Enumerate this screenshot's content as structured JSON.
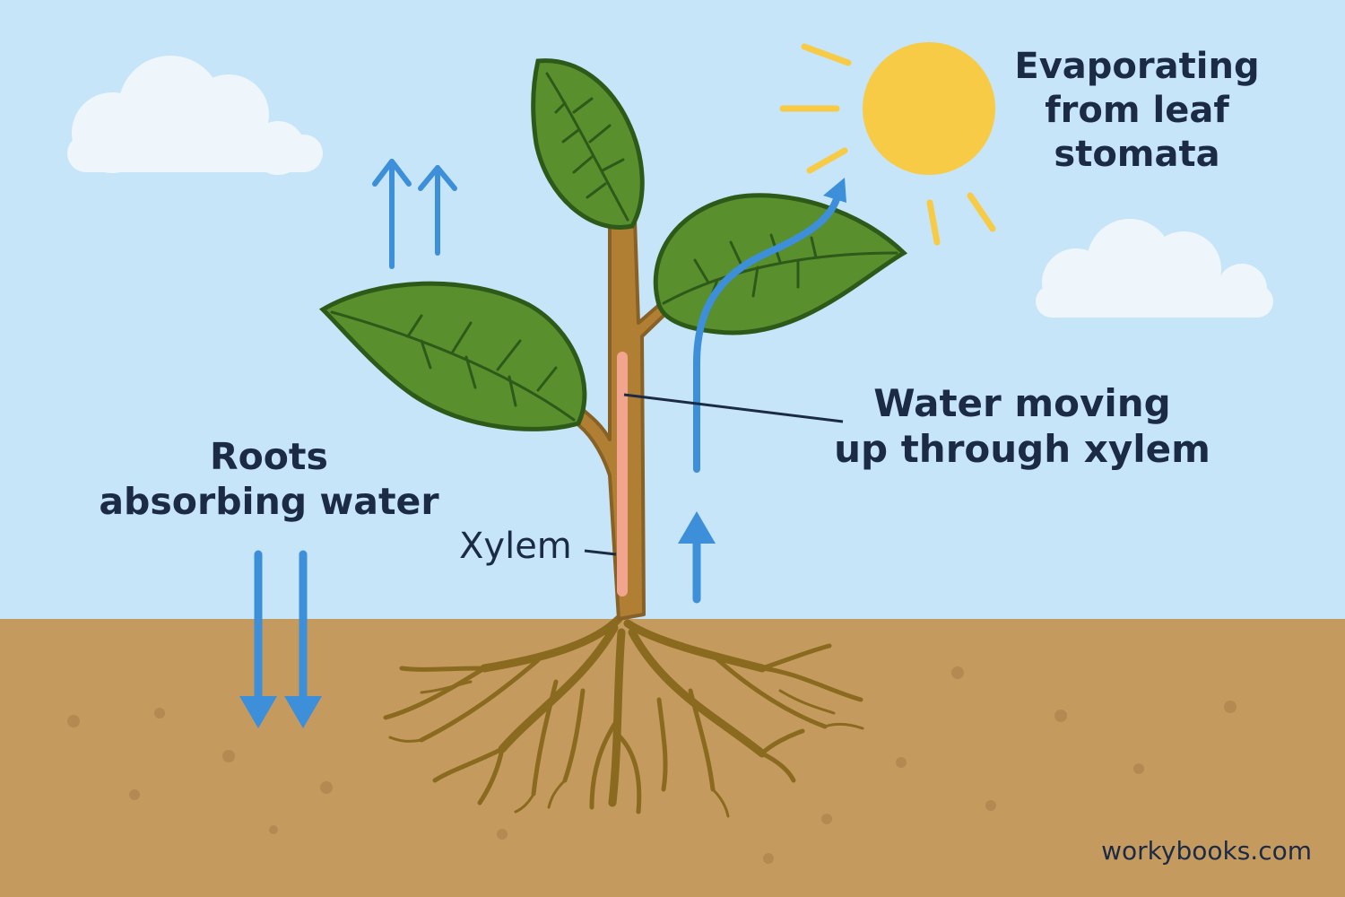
{
  "labels": {
    "evaporating": [
      "Evaporating",
      "from leaf",
      "stomata"
    ],
    "water_moving": [
      "Water moving",
      "up through xylem"
    ],
    "roots": [
      "Roots",
      "absorbing water"
    ],
    "xylem": "Xylem"
  },
  "credit": "workybooks.com",
  "colors": {
    "sky": "#c6e5f8",
    "soil": "#c59a5f",
    "leaf": "#5a8f2e",
    "leaf_outline": "#2e5a19",
    "stem": "#b07f33",
    "xylem": "#f2a58e",
    "water_arrow": "#3d8fd9",
    "sun": "#f7cb45",
    "text": "#1c2b45"
  }
}
